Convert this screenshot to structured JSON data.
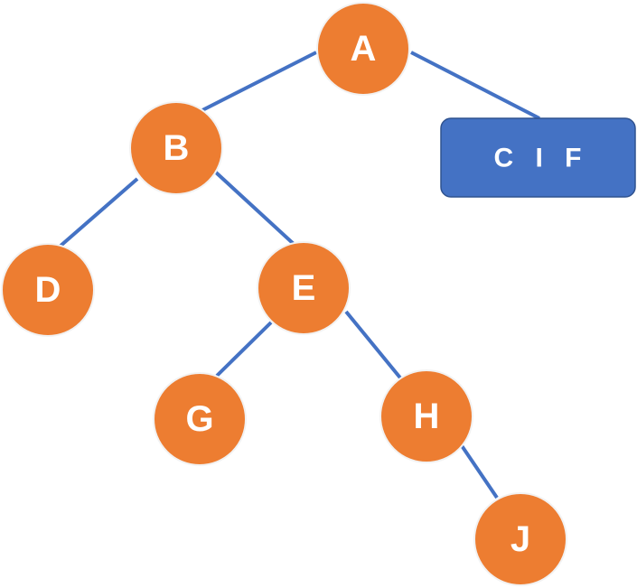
{
  "diagram": {
    "nodes": {
      "A": {
        "label": "A"
      },
      "B": {
        "label": "B"
      },
      "CIF": {
        "label": "C I F"
      },
      "D": {
        "label": "D"
      },
      "E": {
        "label": "E"
      },
      "G": {
        "label": "G"
      },
      "H": {
        "label": "H"
      },
      "J": {
        "label": "J"
      }
    },
    "edges": [
      [
        "A",
        "B"
      ],
      [
        "A",
        "CIF"
      ],
      [
        "B",
        "D"
      ],
      [
        "B",
        "E"
      ],
      [
        "E",
        "G"
      ],
      [
        "E",
        "H"
      ],
      [
        "H",
        "J"
      ]
    ],
    "colors": {
      "node_fill": "#ed7d31",
      "box_fill": "#4472c4",
      "edge": "#4472c4",
      "text": "#ffffff"
    }
  }
}
